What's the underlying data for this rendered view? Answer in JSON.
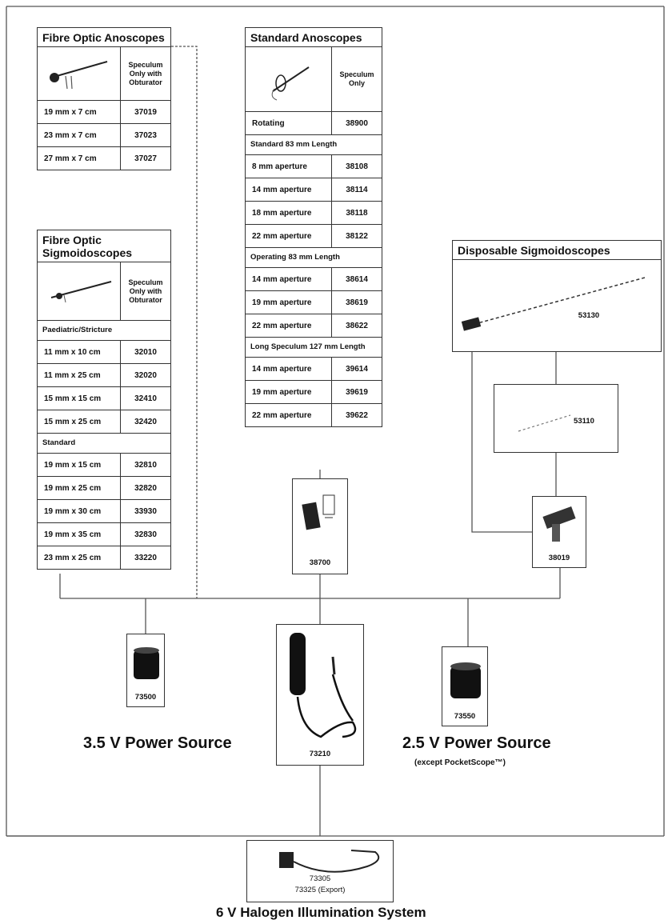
{
  "fibre_anoscopes": {
    "title": "Fibre Optic Anoscopes",
    "col_header": "Speculum Only with Obturator",
    "rows": [
      {
        "size": "19 mm x 7 cm",
        "code": "37019"
      },
      {
        "size": "23 mm x 7 cm",
        "code": "37023"
      },
      {
        "size": "27 mm x 7 cm",
        "code": "37027"
      }
    ]
  },
  "standard_anoscopes": {
    "title": "Standard Anoscopes",
    "col_header": "Speculum Only",
    "rotating": {
      "label": "Rotating",
      "code": "38900"
    },
    "sec1": "Standard 83 mm Length",
    "rows1": [
      {
        "size": "8 mm aperture",
        "code": "38108"
      },
      {
        "size": "14 mm aperture",
        "code": "38114"
      },
      {
        "size": "18 mm aperture",
        "code": "38118"
      },
      {
        "size": "22 mm aperture",
        "code": "38122"
      }
    ],
    "sec2": "Operating 83 mm Length",
    "rows2": [
      {
        "size": "14 mm aperture",
        "code": "38614"
      },
      {
        "size": "19 mm aperture",
        "code": "38619"
      },
      {
        "size": "22 mm aperture",
        "code": "38622"
      }
    ],
    "sec3": "Long Speculum 127 mm Length",
    "rows3": [
      {
        "size": "14 mm aperture",
        "code": "39614"
      },
      {
        "size": "19 mm aperture",
        "code": "39619"
      },
      {
        "size": "22 mm aperture",
        "code": "39622"
      }
    ]
  },
  "fibre_sigmoidoscopes": {
    "title": "Fibre Optic Sigmoidoscopes",
    "col_header": "Speculum Only with Obturator",
    "sec1": "Paediatric/Stricture",
    "rows1": [
      {
        "size": "11 mm x 10 cm",
        "code": "32010"
      },
      {
        "size": "11 mm x 25 cm",
        "code": "32020"
      },
      {
        "size": "15 mm x 15 cm",
        "code": "32410"
      },
      {
        "size": "15 mm x 25 cm",
        "code": "32420"
      }
    ],
    "sec2": "Standard",
    "rows2": [
      {
        "size": "19 mm x 15 cm",
        "code": "32810"
      },
      {
        "size": "19 mm x 25 cm",
        "code": "32820"
      },
      {
        "size": "19 mm x 30 cm",
        "code": "33930"
      },
      {
        "size": "19 mm x 35 cm",
        "code": "32830"
      },
      {
        "size": "23 mm x 25 cm",
        "code": "33220"
      }
    ]
  },
  "disposable": {
    "title": "Disposable Sigmoidoscopes",
    "code1": "53130",
    "code2": "53110"
  },
  "components": {
    "handle_38700": "38700",
    "handle_38019": "38019",
    "battery_73500": "73500",
    "battery_73550": "73550",
    "handle_73210": "73210",
    "charger_code1": "73305",
    "charger_code2": "73325 (Export)"
  },
  "labels": {
    "power_35": "3.5 V Power Source",
    "power_25": "2.5 V Power Source",
    "power_25_note": "(except PocketScope™)",
    "halogen": "6 V Halogen Illumination System"
  }
}
